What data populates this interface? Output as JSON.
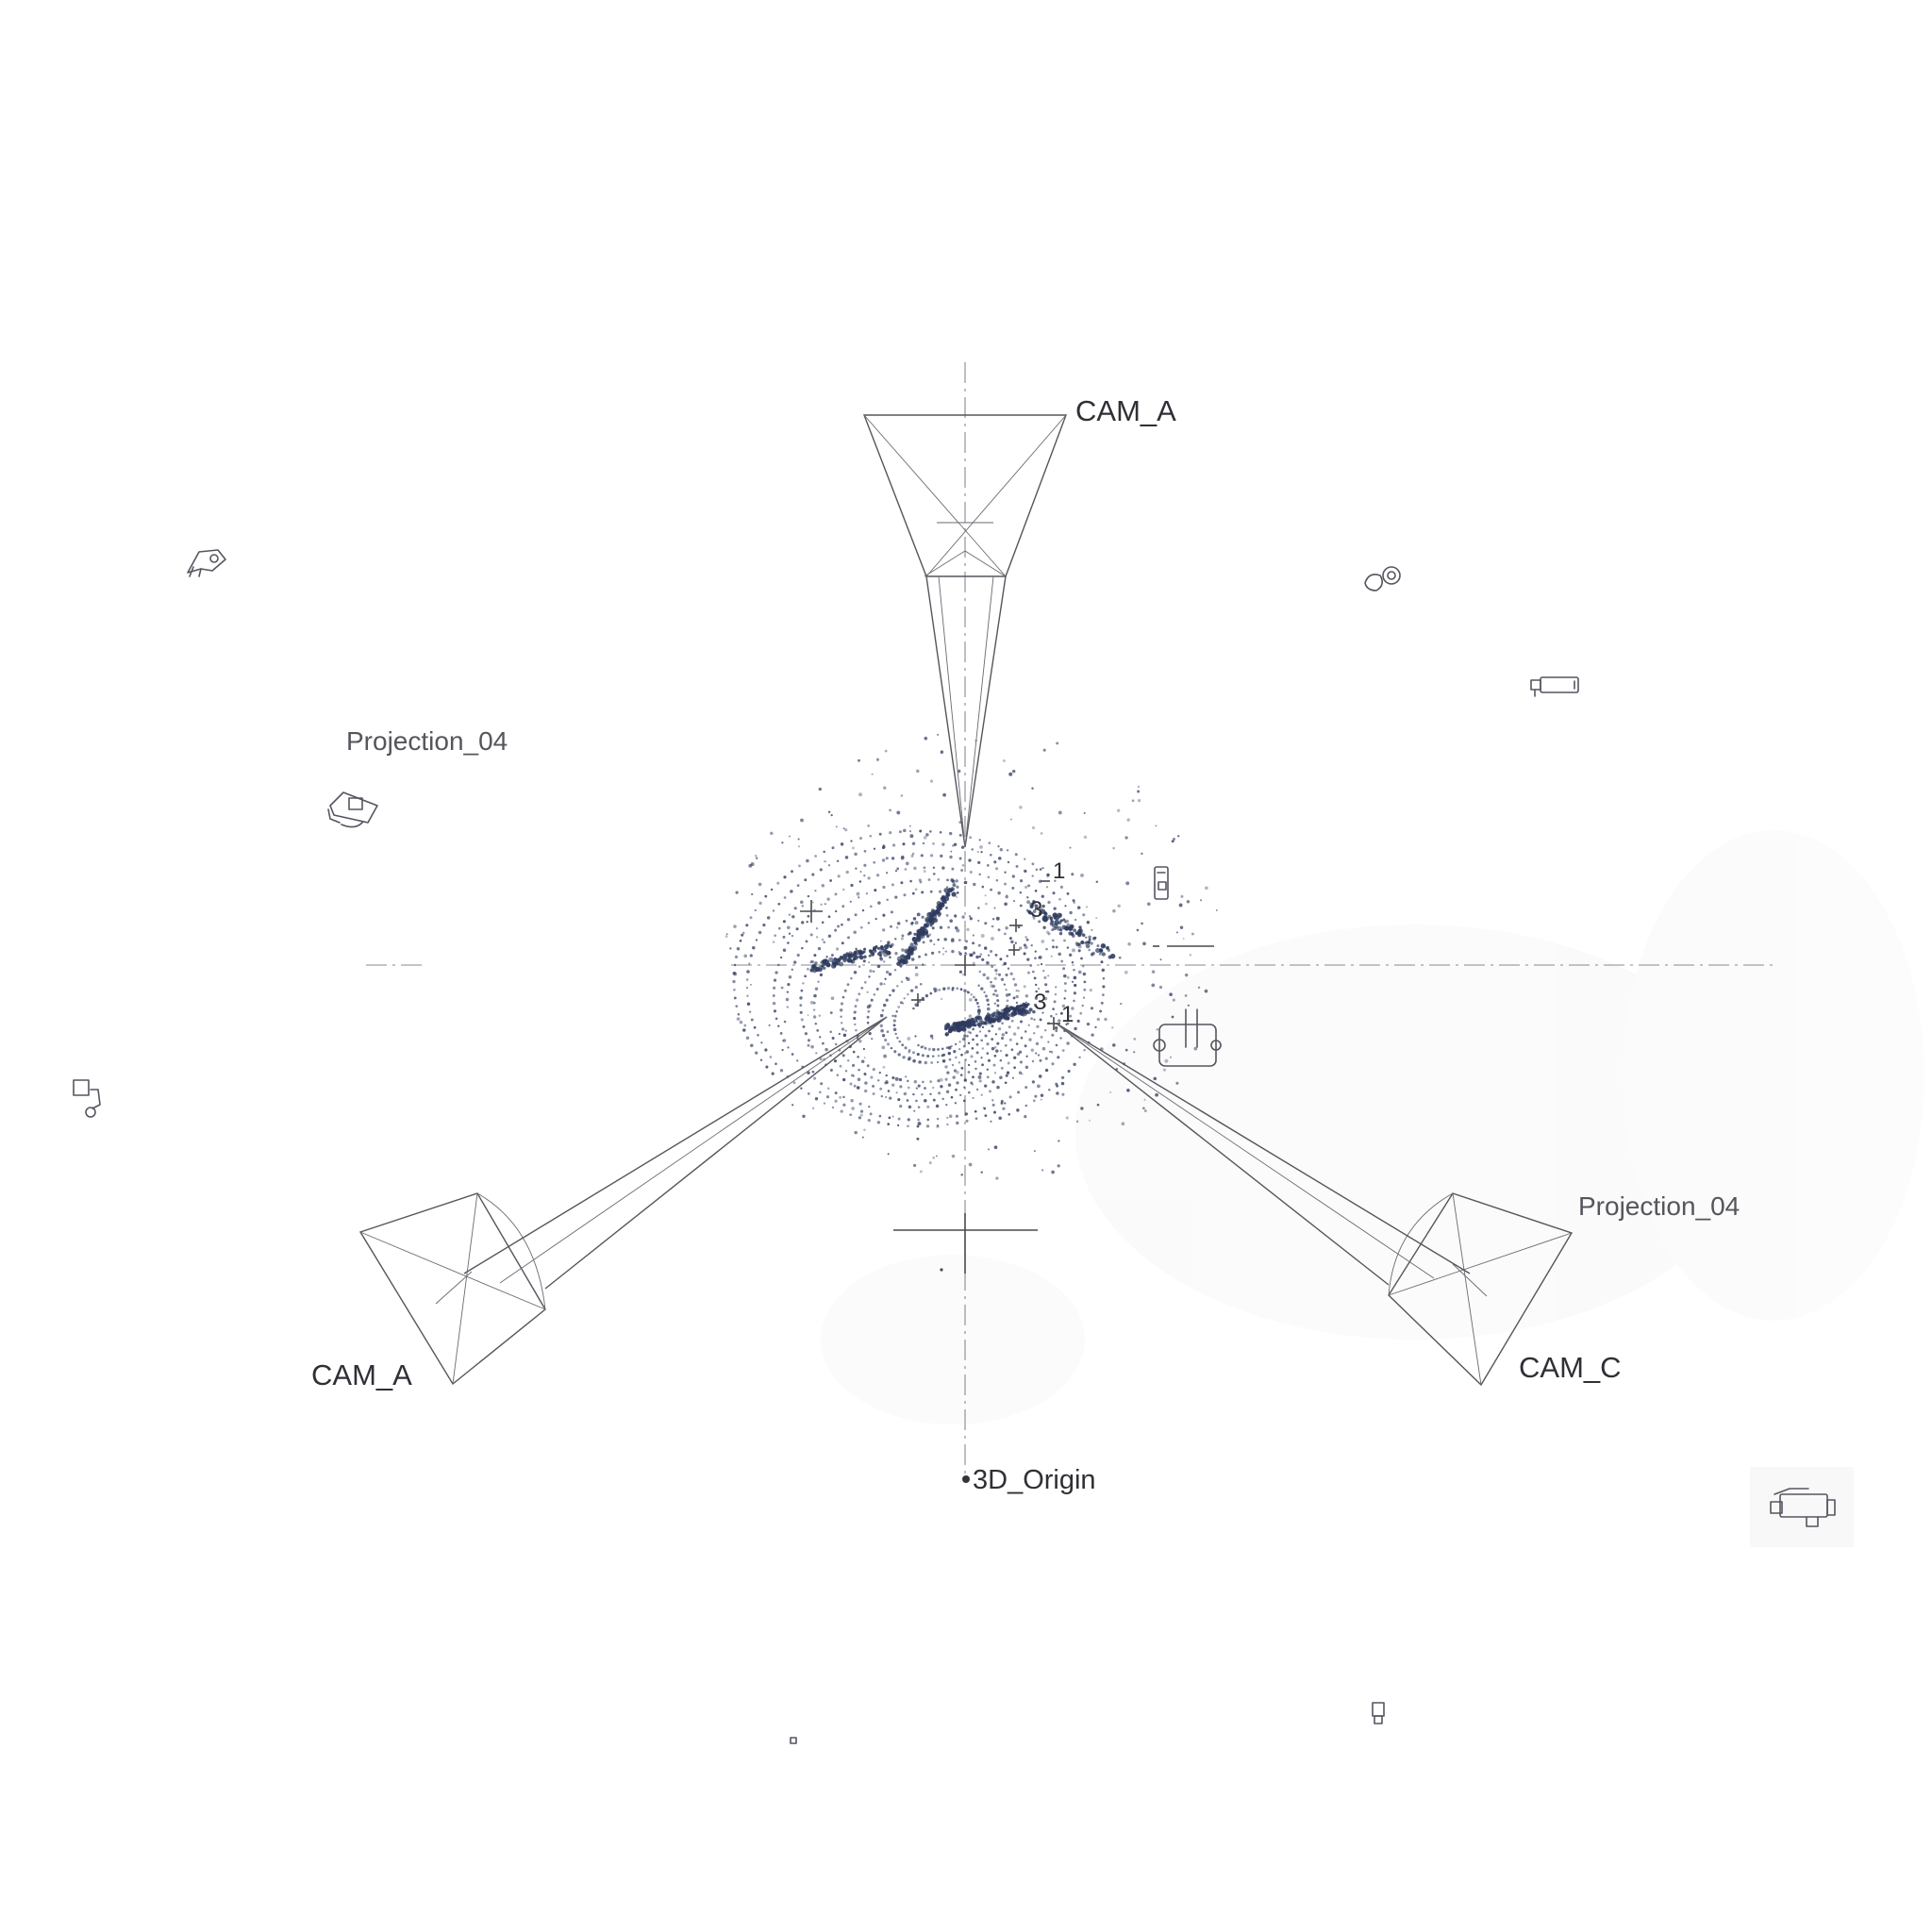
{
  "labels": {
    "cam_top": "CAM_A",
    "cam_left": "CAM_A",
    "cam_right": "CAM_C",
    "projection_left": "Projection_04",
    "projection_right": "Projection_04",
    "origin": "3D_Origin",
    "marker_1a": "1",
    "marker_3a": "3",
    "marker_3b": "3",
    "marker_1b": "1"
  },
  "colors": {
    "background": "#ffffff",
    "line": "#55555c",
    "point": "#2e3a5e"
  },
  "icons": [
    "robot-arm-icon",
    "gear-cluster-icon",
    "battery-icon",
    "camera-module-icon",
    "pcb-bracket-icon",
    "smartphone-icon",
    "circuit-block-icon",
    "cable-clip-icon",
    "projector-icon",
    "connector-icon",
    "small-square-icon"
  ]
}
